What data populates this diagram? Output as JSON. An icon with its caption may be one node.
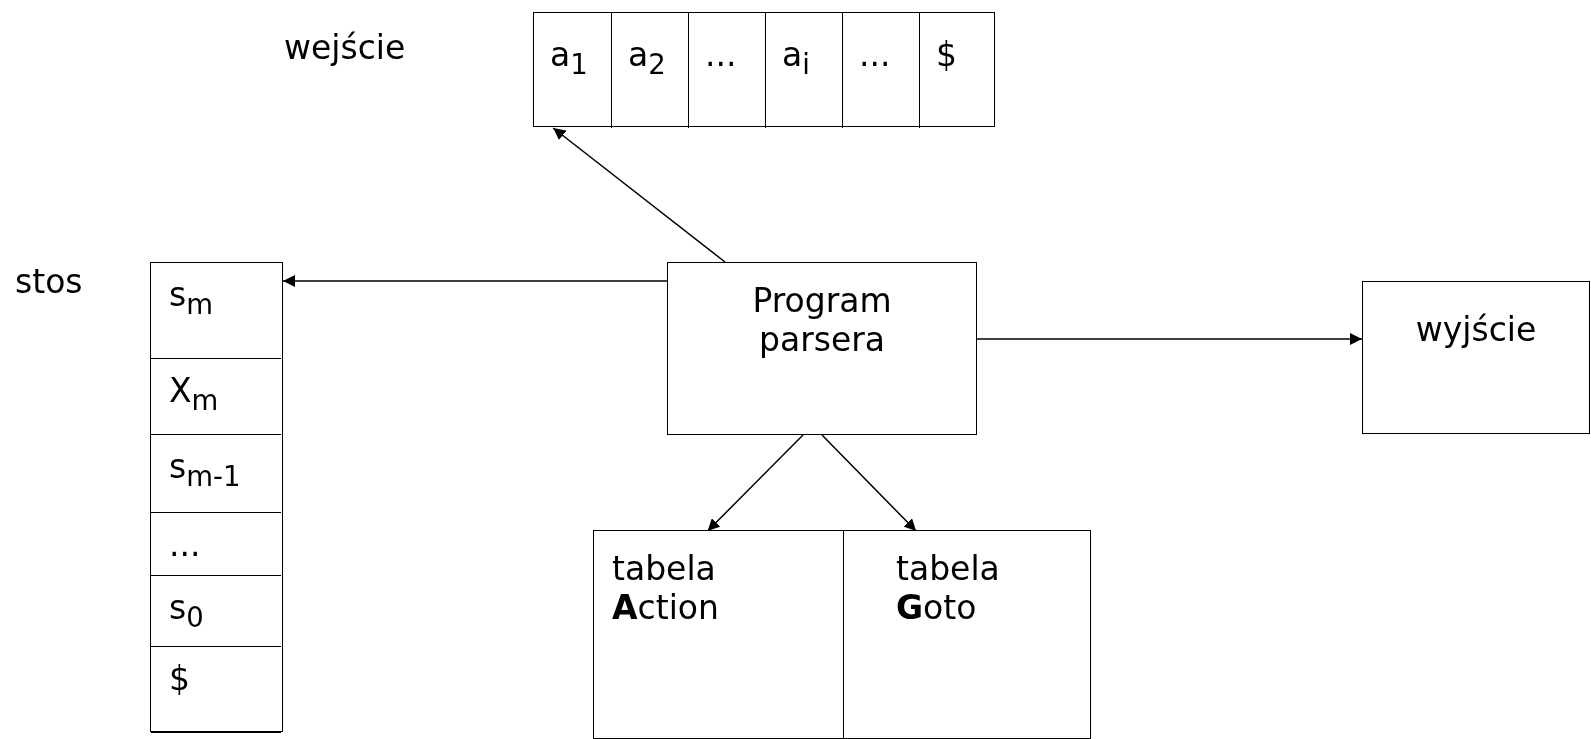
{
  "diagram": {
    "nodes": [
      {
        "text": [],
        "shape": "box",
        "beside": [
          "wejście"
        ]
      },
      {
        "text": [
          "a$_{1}$"
        ],
        "in": 0
      },
      {
        "text": [
          "a$_{2}$"
        ],
        "in": 0
      },
      {
        "text": [
          "..."
        ],
        "in": 0
      },
      {
        "text": [
          "a$_{i}$"
        ],
        "in": 0
      },
      {
        "text": [
          "..."
        ],
        "in": 0
      },
      {
        "text": [
          "$"
        ],
        "in": 0
      },
      {
        "text": [],
        "shape": "box",
        "beside": [
          "stos"
        ]
      },
      {
        "text": [
          "s$_{m}$"
        ],
        "in": 7
      },
      {
        "text": [
          "X$_{m}$"
        ],
        "in": 7
      },
      {
        "text": [
          "s$_{m-1}$"
        ],
        "in": 7
      },
      {
        "text": [
          "..."
        ],
        "in": 7
      },
      {
        "text": [
          "s$_{0}$"
        ],
        "in": 7
      },
      {
        "text": [
          "$"
        ],
        "in": 7
      },
      {
        "text": [
          "Program parsera"
        ]
      },
      {
        "text": [
          "wyjście"
        ]
      },
      {
        "text": [],
        "shape": "box"
      },
      {
        "text": [
          "tabela **A**ction"
        ],
        "in": 16
      },
      {
        "text": [
          "tabela **G**oto"
        ],
        "in": 16
      }
    ],
    "edges": [
      {
        "from": 14,
        "to": 1,
        "arrow": "to"
      },
      {
        "from": 14,
        "to": 7,
        "arrow": "to"
      },
      {
        "from": 14,
        "to": 15,
        "arrow": "to"
      },
      {
        "from": 14,
        "to": 17,
        "arrow": "to"
      },
      {
        "from": 14,
        "to": 18,
        "arrow": "to"
      }
    ]
  }
}
